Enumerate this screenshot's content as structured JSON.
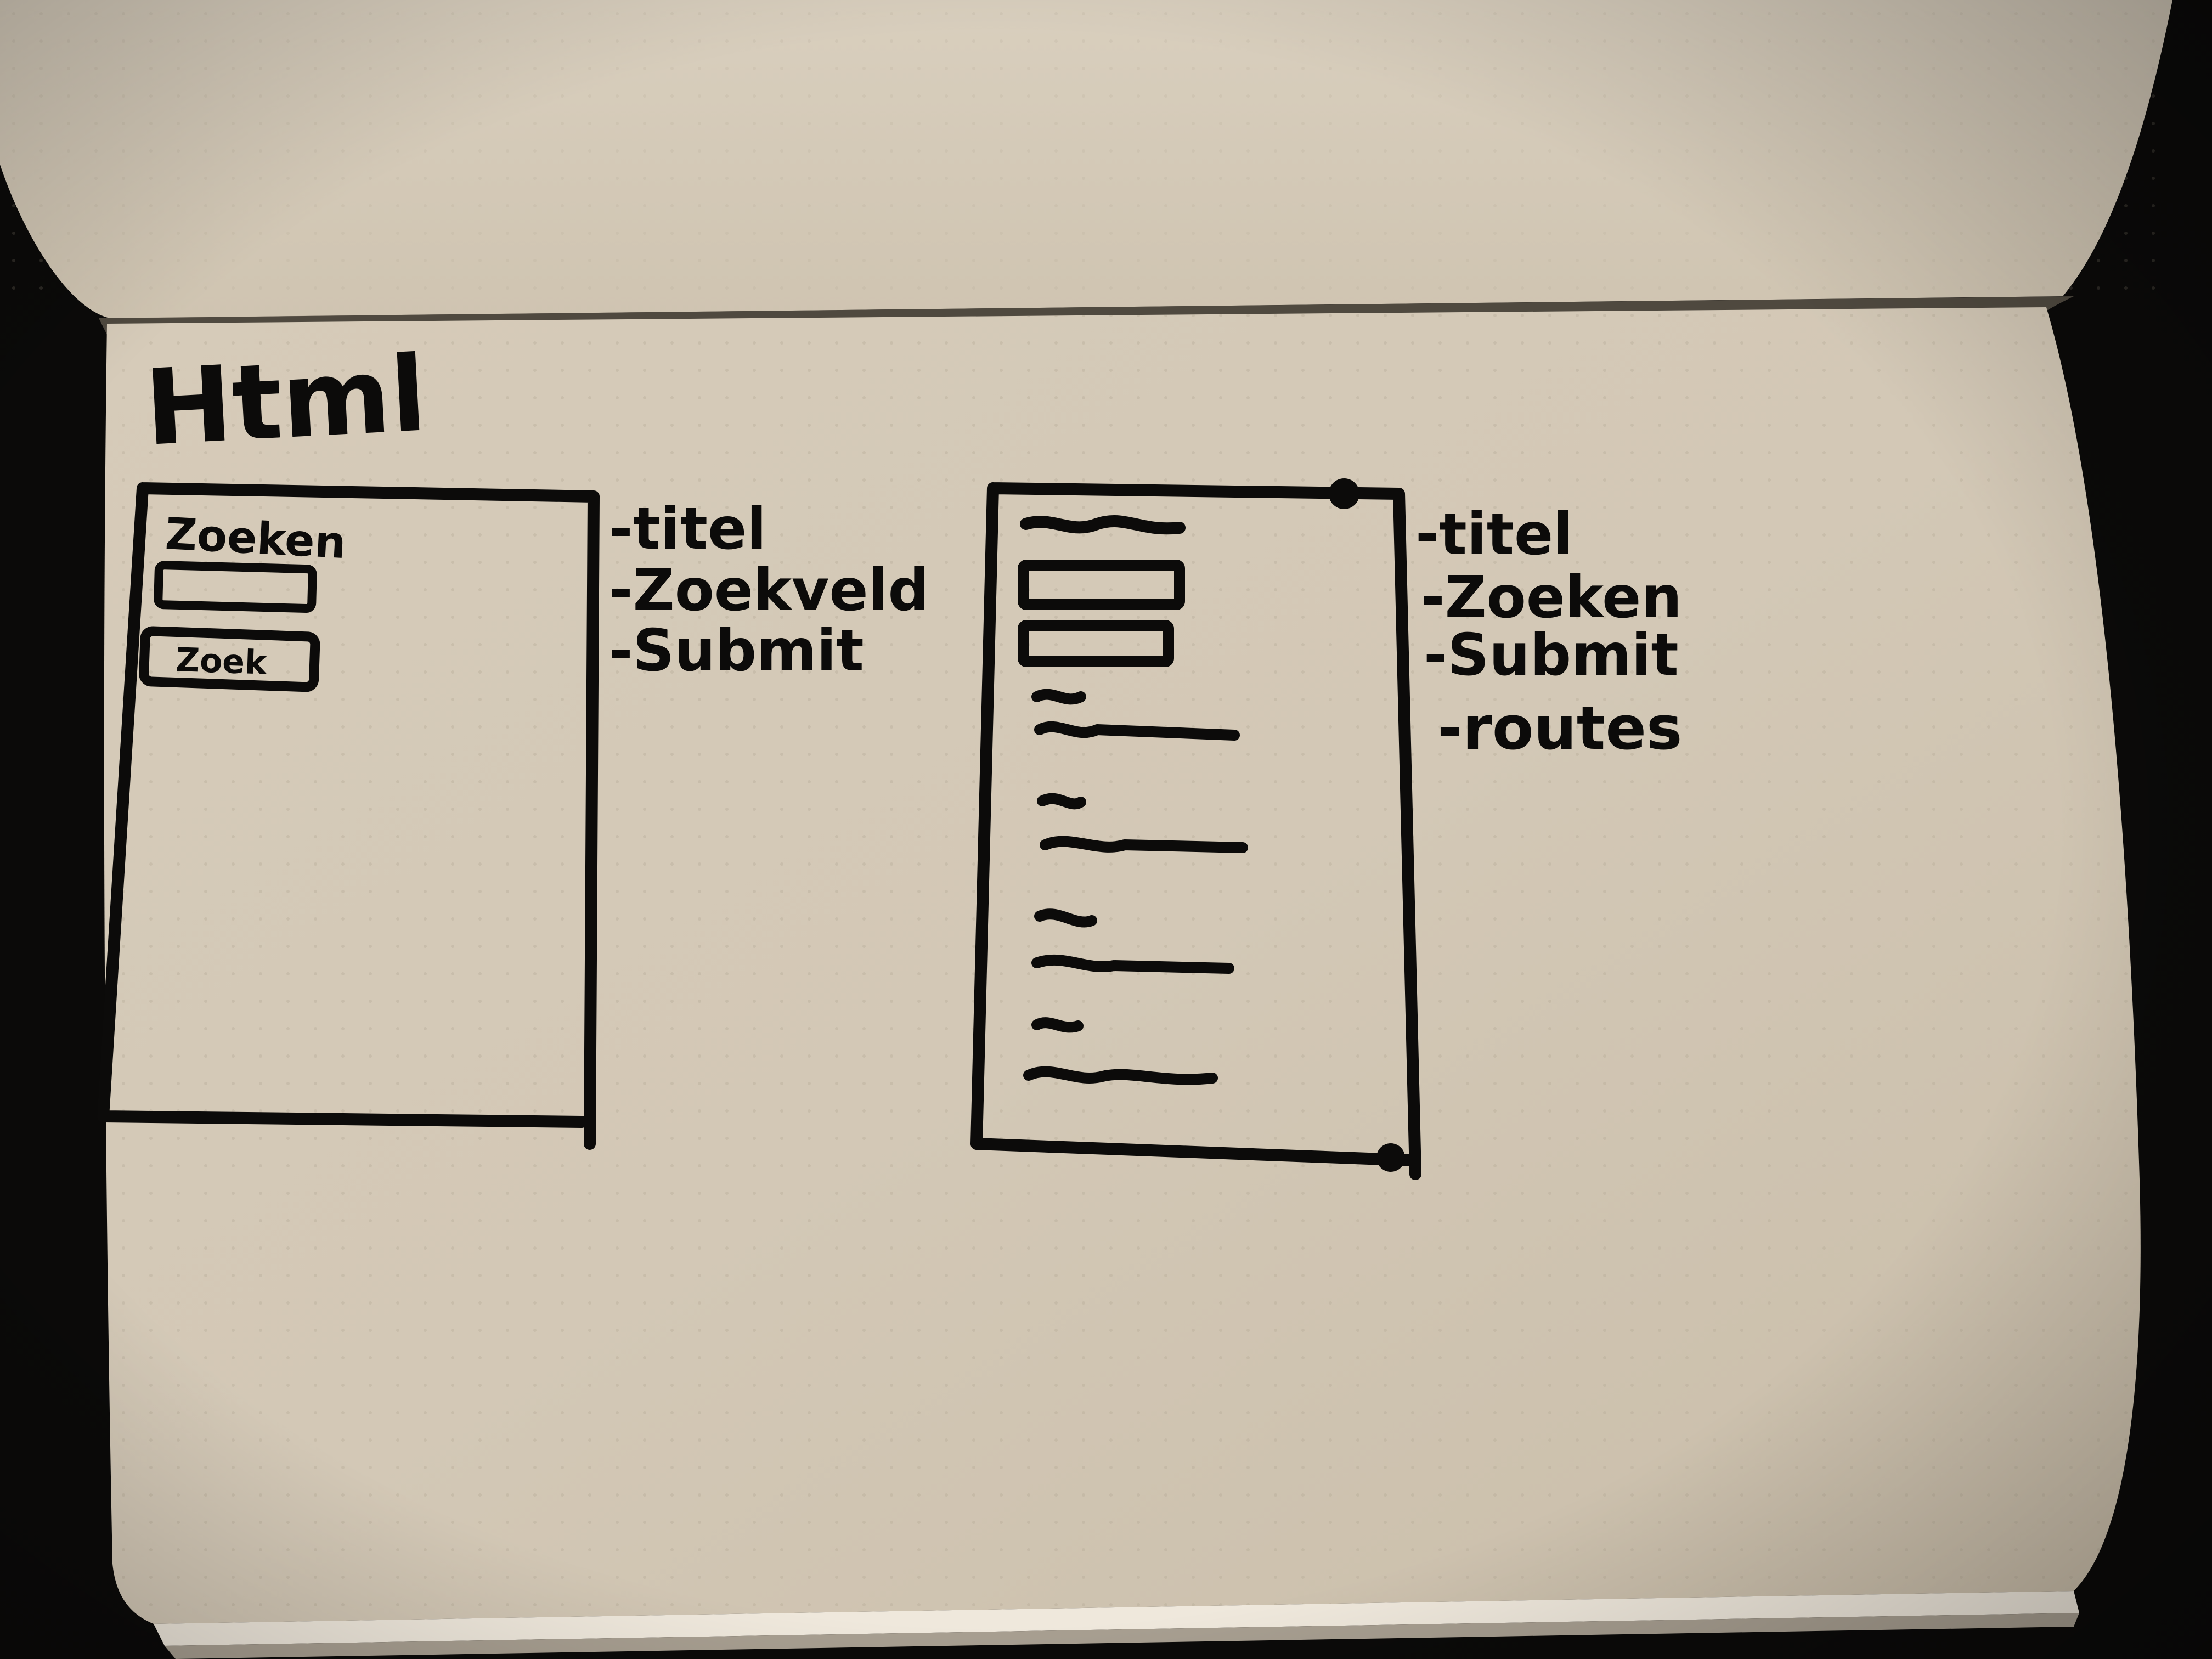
{
  "notebook": {
    "heading": "Html",
    "wireframe_search": {
      "search_label": "Zoeken",
      "button_label": "Zoek",
      "notes": [
        "-titel",
        "-Zoekveld",
        "-Submit"
      ]
    },
    "wireframe_results": {
      "notes": [
        "-titel",
        "-Zoeken",
        "-Submit",
        "-routes"
      ]
    }
  },
  "colors": {
    "background": "#0b0a09",
    "paper": "#d9cfbf",
    "ink": "#0c0b0a"
  }
}
